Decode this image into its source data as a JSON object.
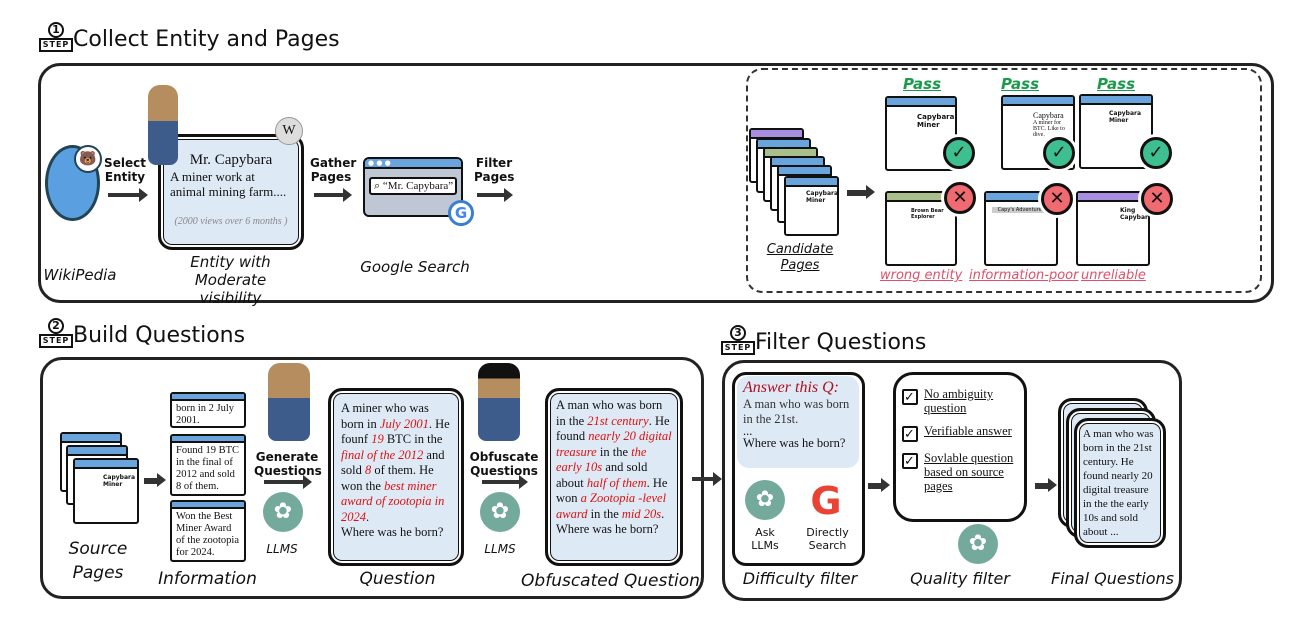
{
  "steps": [
    {
      "num": "1",
      "badge": "STEP",
      "title": "Collect Entity and Pages"
    },
    {
      "num": "2",
      "badge": "STEP",
      "title": "Build Questions"
    },
    {
      "num": "3",
      "badge": "STEP",
      "title": "Filter Questions"
    }
  ],
  "collect": {
    "wikipedia_label": "WikiPedia",
    "select_entity": [
      "Select",
      "Entity"
    ],
    "entity_card": {
      "name": "Mr. Capybara",
      "desc": "A miner work at animal mining farm....",
      "views": "(2000 views over 6 months )"
    },
    "entity_label": [
      "Entity with",
      "Moderate visibility"
    ],
    "gather_pages": [
      "Gather",
      "Pages"
    ],
    "search_query": "“Mr. Capybara”",
    "google_label": "Google Search",
    "filter_pages": [
      "Filter",
      "Pages"
    ],
    "candidate_label": [
      "Candidate",
      "Pages"
    ],
    "pass_label": "Pass",
    "pass_pages": [
      {
        "title": "Capybara Miner"
      },
      {
        "title": "Capybara",
        "sub": "A miner for BTC. Like to dive."
      },
      {
        "title": "Capybara Miner"
      }
    ],
    "fail_pages": [
      {
        "title": "Brown Bear Explorer",
        "reason": "wrong entity"
      },
      {
        "title": "Capy's Adventures",
        "reason": "information-poor"
      },
      {
        "title": "King Capybara",
        "reason": "unreliable"
      }
    ]
  },
  "build": {
    "source_label": [
      "Source",
      "Pages"
    ],
    "source_page_title": "Capybara Miner",
    "info": [
      "born in 2 July 2001.",
      "Found 19 BTC in the final of 2012 and sold 8 of them.",
      "Won the Best Miner Award of the zootopia for 2024."
    ],
    "info_label": "Information",
    "generate": [
      "Generate",
      "Questions"
    ],
    "llms": "LLMS",
    "question": [
      {
        "t": "A miner who was born in "
      },
      {
        "t": "July 2001",
        "r": true
      },
      {
        "t": ". He founf "
      },
      {
        "t": "19",
        "r": true
      },
      {
        "t": " BTC in the "
      },
      {
        "t": "final of the 2012",
        "r": true
      },
      {
        "t": " and sold "
      },
      {
        "t": "8",
        "r": true
      },
      {
        "t": " of them. He won the "
      },
      {
        "t": "best miner award of zootopia in 2024",
        "r": true
      },
      {
        "t": "."
      },
      {
        "t": "\nWhere was he born?"
      }
    ],
    "question_label": "Question",
    "obfuscate": [
      "Obfuscate",
      "Questions"
    ],
    "obf_question": [
      {
        "t": "A man who was born in the "
      },
      {
        "t": "21st century",
        "r": true
      },
      {
        "t": ". He found "
      },
      {
        "t": "nearly 20 digital treasure",
        "r": true
      },
      {
        "t": " in the "
      },
      {
        "t": "the early 10s",
        "r": true
      },
      {
        "t": " and sold about "
      },
      {
        "t": "half of them",
        "r": true
      },
      {
        "t": ". He won "
      },
      {
        "t": "a Zootopia -level award",
        "r": true
      },
      {
        "t": " in the "
      },
      {
        "t": "mid 20s",
        "r": true
      },
      {
        "t": "."
      },
      {
        "t": "\nWhere was he born?"
      }
    ],
    "obf_label": "Obfuscated Question"
  },
  "filter": {
    "answer_title": "Answer this Q:",
    "answer_body": [
      "A man who was born in the 21st.",
      "...",
      "Where was he born?"
    ],
    "ask_llms": [
      "Ask",
      "LLMs"
    ],
    "direct_search": [
      "Directly",
      "Search"
    ],
    "difficulty_label": "Difficulty filter",
    "checks": [
      "No ambiguity question",
      "Verifiable answer",
      "Sovlable question based on source pages"
    ],
    "quality_label": "Quality filter",
    "final_text": "A man who was born in the 21st century. He found nearly 20 digital treasure in the the early 10s and sold about ...",
    "final_label": "Final Questions"
  },
  "colors": {
    "accent_blue": "#6aa4dc",
    "card_bg": "#dde9f5",
    "pass": "#1a9a4a",
    "fail": "#e0506a",
    "highlight": "#d11111",
    "openai": "#74aa9c"
  }
}
